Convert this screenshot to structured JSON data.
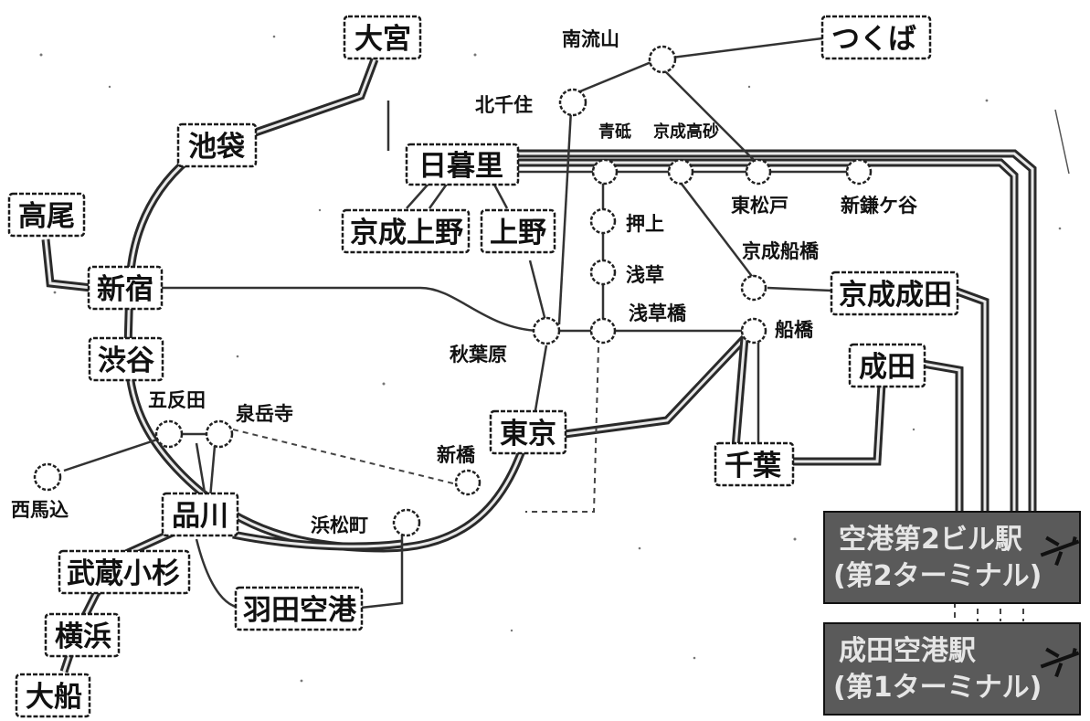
{
  "stations": {
    "minami_nagareyama": "南流山",
    "kitasenju": "北千住",
    "aoto": "青砥",
    "keisei_takasago": "京成高砂",
    "oshiage": "押上",
    "asakusa": "浅草",
    "asakusabashi": "浅草橋",
    "higashi_matsudo": "東松戸",
    "shin_kamagaya": "新鎌ケ谷",
    "keisei_funabashi": "京成船橋",
    "funabashi": "船橋",
    "akihabara": "秋葉原",
    "gotanda": "五反田",
    "sengakuji": "泉岳寺",
    "nishi_magome": "西馬込",
    "shimbashi": "新橋",
    "hamamatsucho": "浜松町"
  },
  "boxes": {
    "omiya": "大宮",
    "tsukuba": "つくば",
    "ikebukuro": "池袋",
    "nippori": "日暮里",
    "takao": "高尾",
    "keisei_ueno": "京成上野",
    "ueno": "上野",
    "shinjuku": "新宿",
    "keisei_narita": "京成成田",
    "shibuya": "渋谷",
    "narita": "成田",
    "tokyo": "東京",
    "chiba": "千葉",
    "shinagawa": "品川",
    "musashi_kosugi": "武蔵小杉",
    "haneda_airport": "羽田空港",
    "yokohama": "横浜",
    "ofuna": "大船"
  },
  "terminals": {
    "upper_line1": "空港第2ビル駅",
    "upper_line2": "(第2ターミナル)",
    "lower_line1": "成田空港駅",
    "lower_line2": "(第1ターミナル)"
  },
  "colors": {
    "line": "#333333",
    "track": "#2a2a2a",
    "terminal_fill": "#5a5a5a"
  }
}
